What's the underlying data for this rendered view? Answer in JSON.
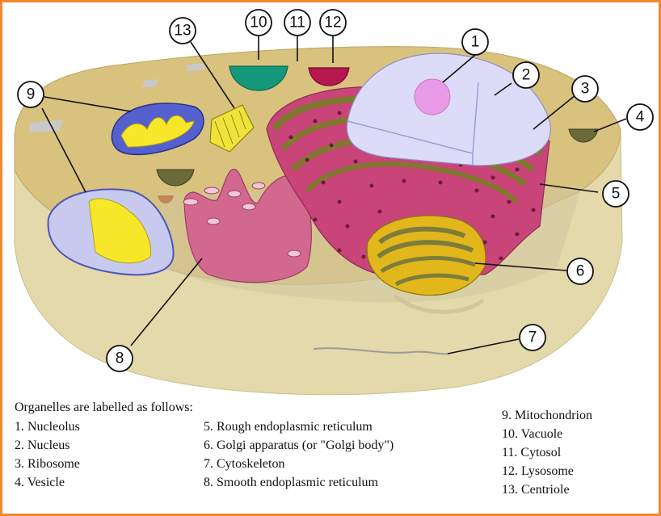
{
  "markers": [
    {
      "id": "1",
      "label": "1"
    },
    {
      "id": "2",
      "label": "2"
    },
    {
      "id": "3",
      "label": "3"
    },
    {
      "id": "4",
      "label": "4"
    },
    {
      "id": "5",
      "label": "5"
    },
    {
      "id": "6",
      "label": "6"
    },
    {
      "id": "7",
      "label": "7"
    },
    {
      "id": "8",
      "label": "8"
    },
    {
      "id": "9",
      "label": "9"
    },
    {
      "id": "10",
      "label": "10"
    },
    {
      "id": "11",
      "label": "11"
    },
    {
      "id": "12",
      "label": "12"
    },
    {
      "id": "13",
      "label": "13"
    }
  ],
  "legend": {
    "heading": "Organelles are labelled as follows:",
    "col1": [
      "1. Nucleolus",
      "2. Nucleus",
      "3. Ribosome",
      "4. Vesicle"
    ],
    "col2": [
      "5. Rough endoplasmic reticulum",
      "6. Golgi apparatus (or \"Golgi body\")",
      "7. Cytoskeleton",
      "8. Smooth endoplasmic reticulum"
    ],
    "col3": [
      "9. Mitochondrion",
      "10.  Vacuole",
      "11.  Cytosol",
      "12.  Lysosome",
      "13.  Centriole"
    ]
  },
  "colors": {
    "border": "#f0882c",
    "cytosol_top": "#d6bf7a",
    "cell_side": "#e6dcaf",
    "rough_er": "#cc4b7f",
    "rough_er_dots": "#7a1f45",
    "smooth_er": "#d9678f",
    "golgi": "#e0b51d",
    "nucleus": "#dadcf7",
    "nucleolus": "#e89ae6",
    "mitochondrion": "#5560cf",
    "cristae": "#f6e72a",
    "vacuole": "#139a7c",
    "lysosome": "#b7164f",
    "vesicle": "#6b6a3a",
    "centriole": "#efe33a"
  }
}
